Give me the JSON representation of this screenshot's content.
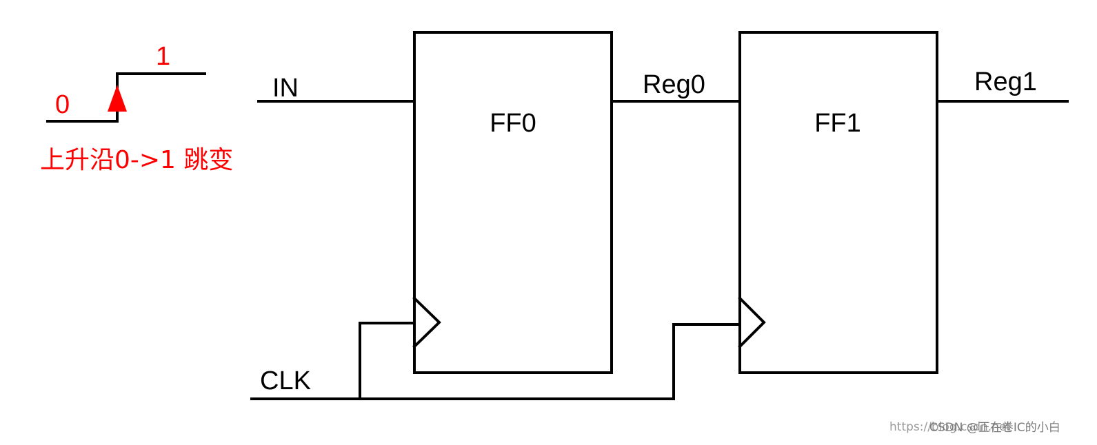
{
  "legend": {
    "low_label": "0",
    "high_label": "1",
    "caption": "上升沿0->1 跳变",
    "accent_color": "#ff0000"
  },
  "signals": {
    "input": "IN",
    "clock": "CLK",
    "reg0": "Reg0",
    "reg1": "Reg1"
  },
  "blocks": {
    "ff0": "FF0",
    "ff1": "FF1"
  },
  "watermark": {
    "url_text": "https://blog.csdn.net",
    "brand_text": "CSDN @正在卷IC的小白"
  }
}
